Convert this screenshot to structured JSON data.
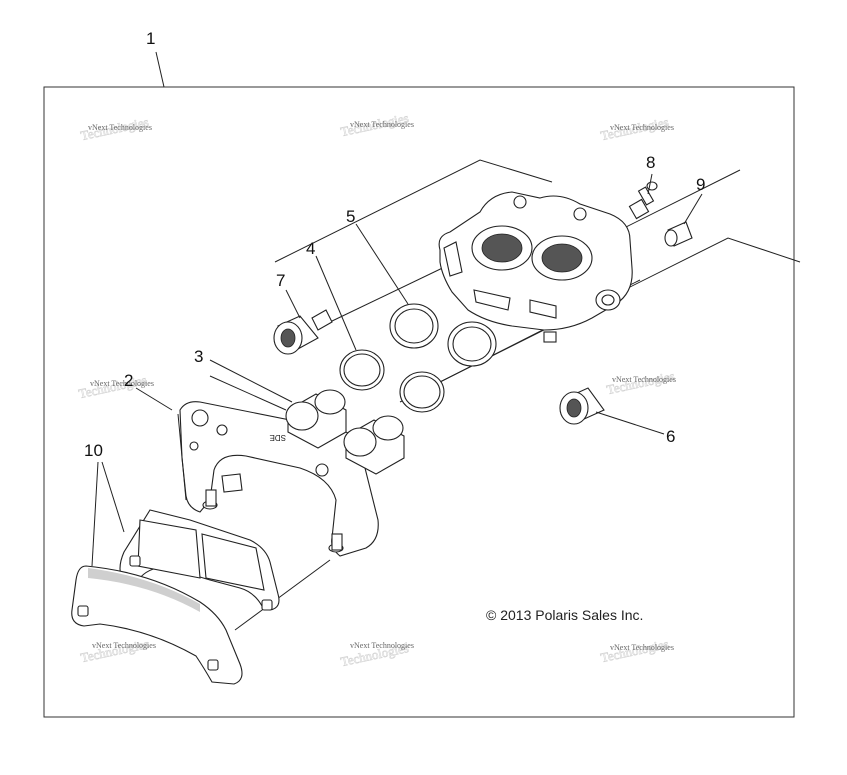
{
  "callouts": {
    "c1": "1",
    "c2": "2",
    "c3": "3",
    "c4": "4",
    "c5": "5",
    "c6": "6",
    "c7": "7",
    "c8": "8",
    "c9": "9",
    "c10": "10"
  },
  "watermark_text": "vNext Technologies",
  "copyright": "© 2013 Polaris Sales Inc.",
  "part_marking": "SDE",
  "colors": {
    "line": "#222222",
    "background": "#ffffff",
    "watermark": "#666666"
  }
}
